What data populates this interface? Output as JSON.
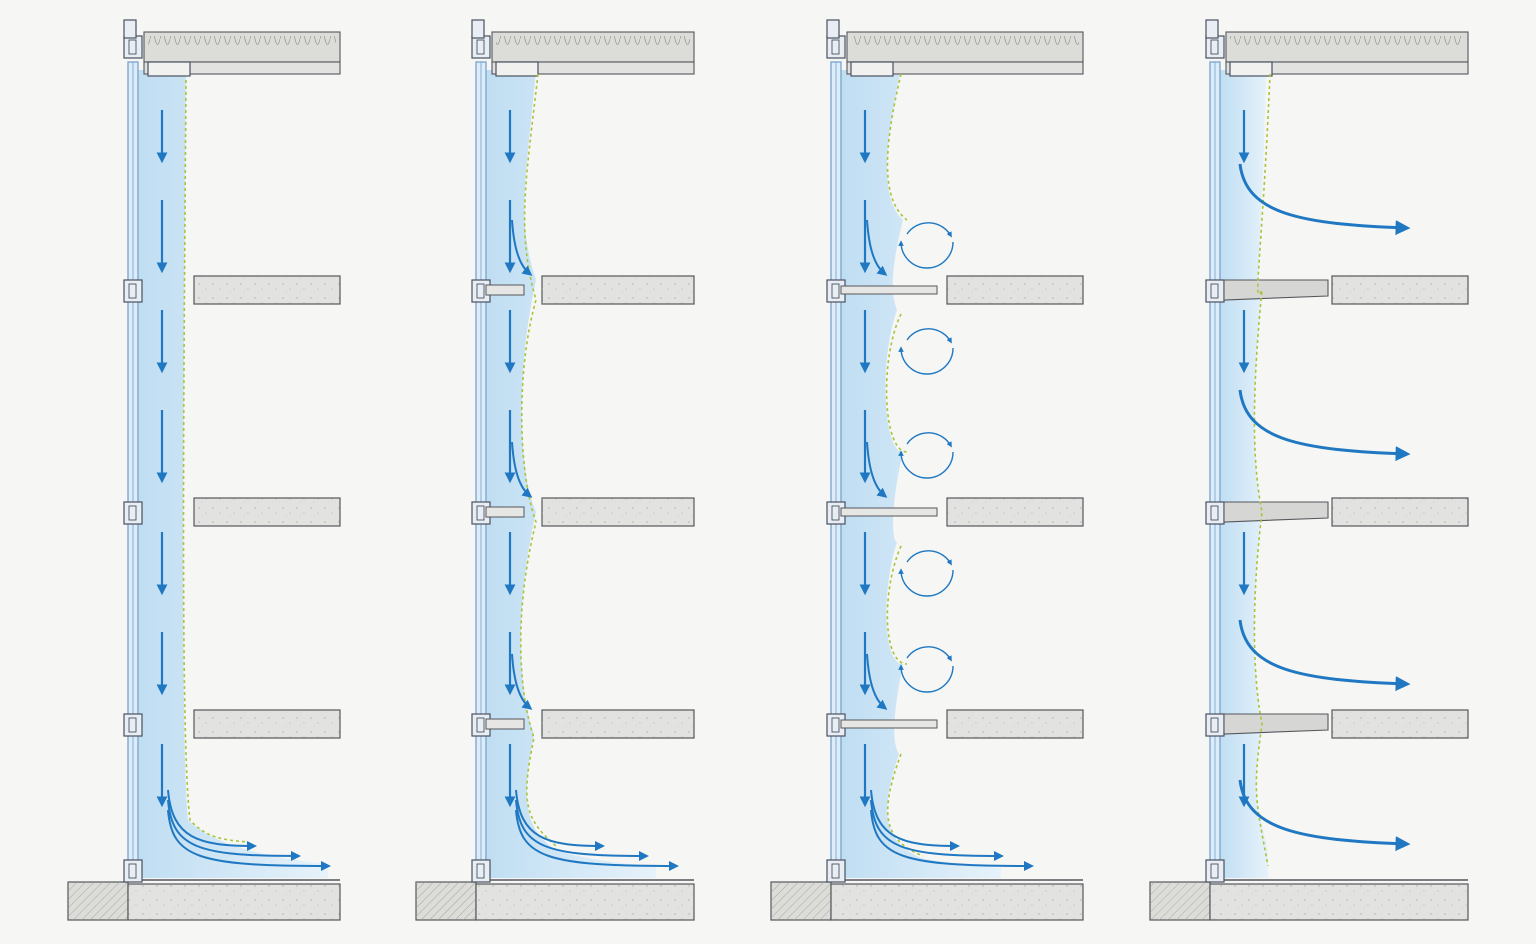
{
  "diagram": {
    "panel_count": 4,
    "colors": {
      "background": "#f6f6f4",
      "air_fill": "#cfe6f6",
      "air_fill_edge": "#e4f1fa",
      "arrow": "#1f78c1",
      "glass": "#7fa9cf",
      "frame": "#4a5160",
      "boundary_dash": "#a8c43a",
      "concrete": "#e2e2e0",
      "concrete_stroke": "#55575c",
      "insulation": "#dcdcd8"
    },
    "panels": [
      {
        "id": "panel-1",
        "slabs": "separate",
        "flow": "downdraft-along-glass-spreading-at-floor",
        "eddies": 0,
        "outward_jets": 0
      },
      {
        "id": "panel-2",
        "slabs": "with-deflector-fins",
        "flow": "downdraft-wavy-at-fins",
        "eddies": 0,
        "outward_jets": 0
      },
      {
        "id": "panel-3",
        "slabs": "with-long-fins",
        "flow": "downdraft-with-recirculating-eddies",
        "eddies": 5,
        "outward_jets": 0
      },
      {
        "id": "panel-4",
        "slabs": "tapered-connected",
        "flow": "downdraft-diverted-into-room",
        "eddies": 0,
        "outward_jets": 4
      }
    ]
  }
}
